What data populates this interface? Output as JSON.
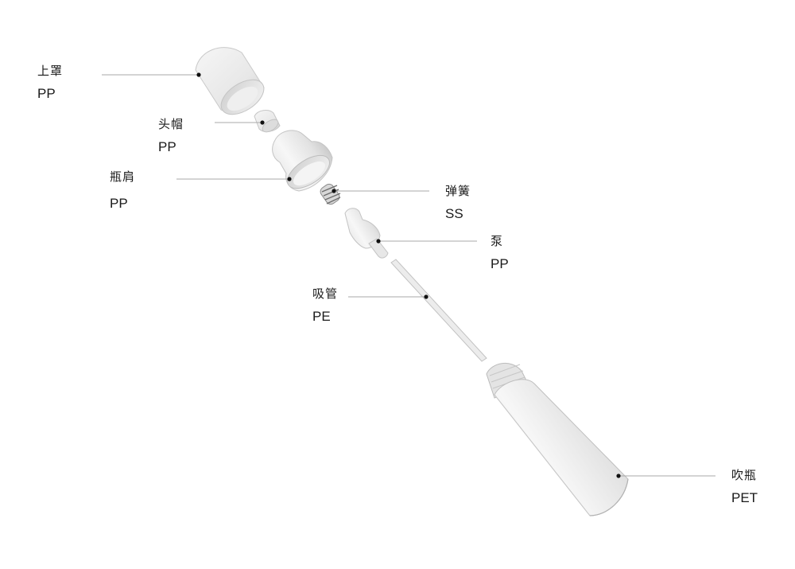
{
  "colors": {
    "leader": "#a8a8a8",
    "dot": "#111111",
    "part_light": "#f2f2f2",
    "part_mid": "#dcdcdc",
    "part_dark": "#b9b9b9"
  },
  "parts": [
    {
      "id": "outer-cap",
      "name": "上罩",
      "material": "PP"
    },
    {
      "id": "actuator",
      "name": "头帽",
      "material": "PP"
    },
    {
      "id": "shoulder",
      "name": "瓶肩",
      "material": "PP"
    },
    {
      "id": "spring",
      "name": "弹簧",
      "material": "SS"
    },
    {
      "id": "pump",
      "name": "泵",
      "material": "PP"
    },
    {
      "id": "dip-tube",
      "name": "吸管",
      "material": "PE"
    },
    {
      "id": "bottle",
      "name": "吹瓶",
      "material": "PET"
    }
  ]
}
